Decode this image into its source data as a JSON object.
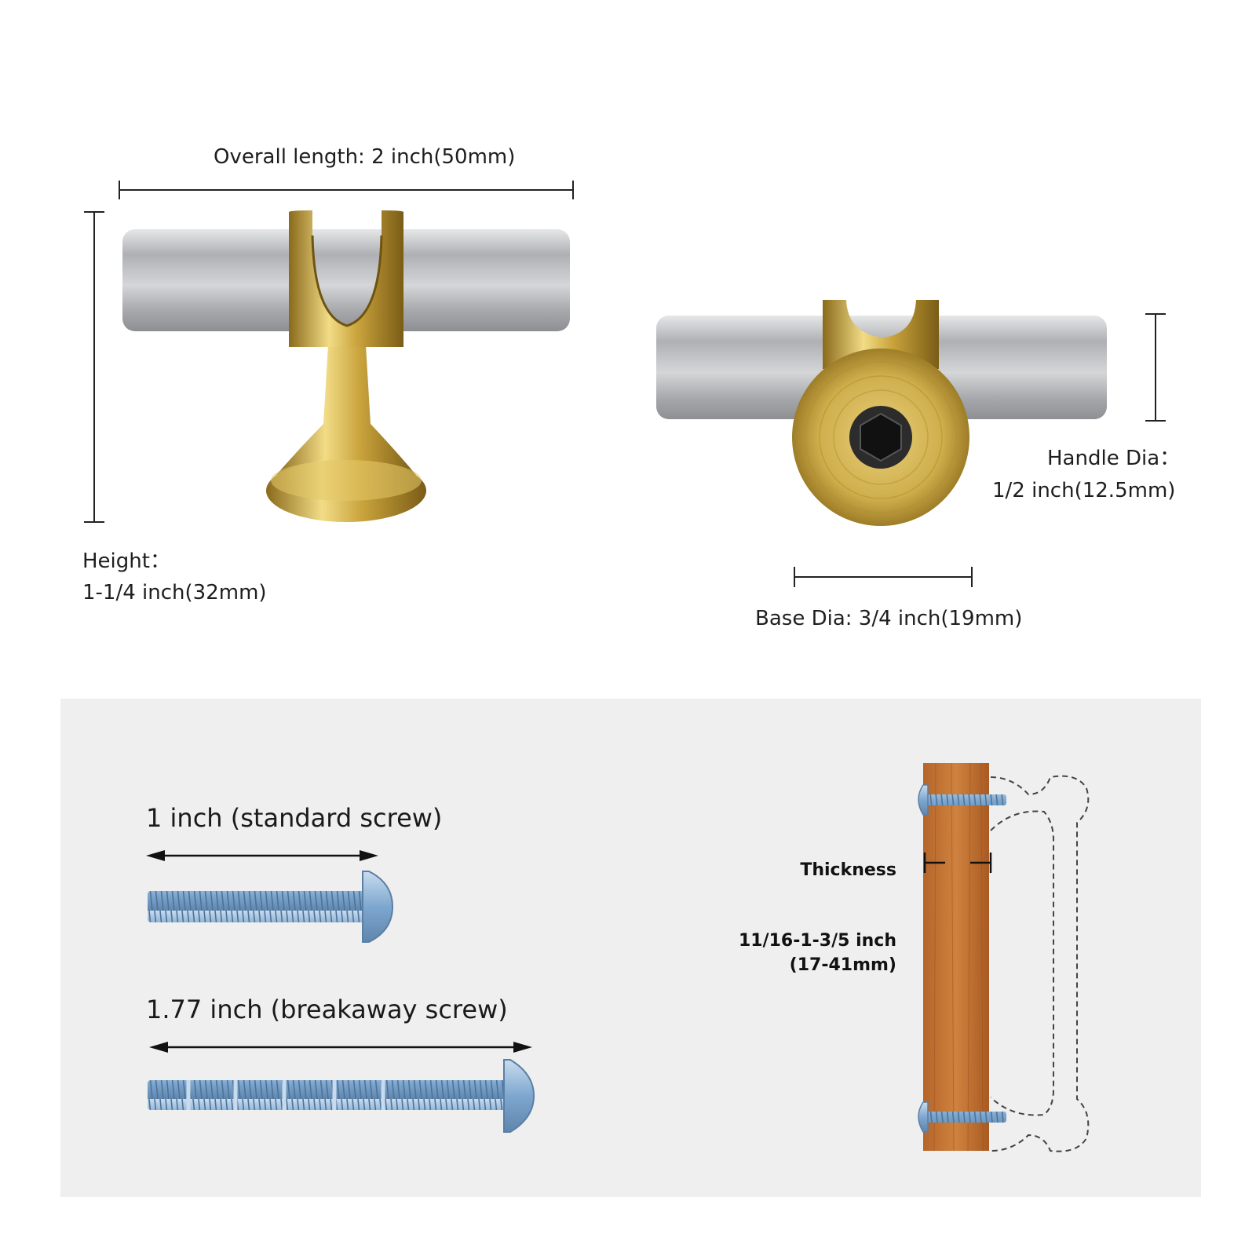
{
  "top": {
    "overall_length": "Overall length: 2 inch(50mm)",
    "height_title": "Height：",
    "height_value": "1-1/4 inch(32mm)",
    "handle_title": "Handle Dia：",
    "handle_value": "1/2 inch(12.5mm)",
    "base_dia": "Base Dia: 3/4 inch(19mm)"
  },
  "bottom": {
    "standard_screw": "1 inch (standard screw)",
    "breakaway_screw": "1.77 inch (breakaway screw)",
    "thickness_title": "Thickness",
    "thickness_value_1": "11/16-1-3/5 inch",
    "thickness_value_2": "(17-41mm)"
  },
  "colors": {
    "panel": "#efefef",
    "brushed_nickel": "#c4c6c9",
    "brass": "#d4b24a",
    "screw": "#8fb4d6",
    "wood": "#c0702e"
  }
}
